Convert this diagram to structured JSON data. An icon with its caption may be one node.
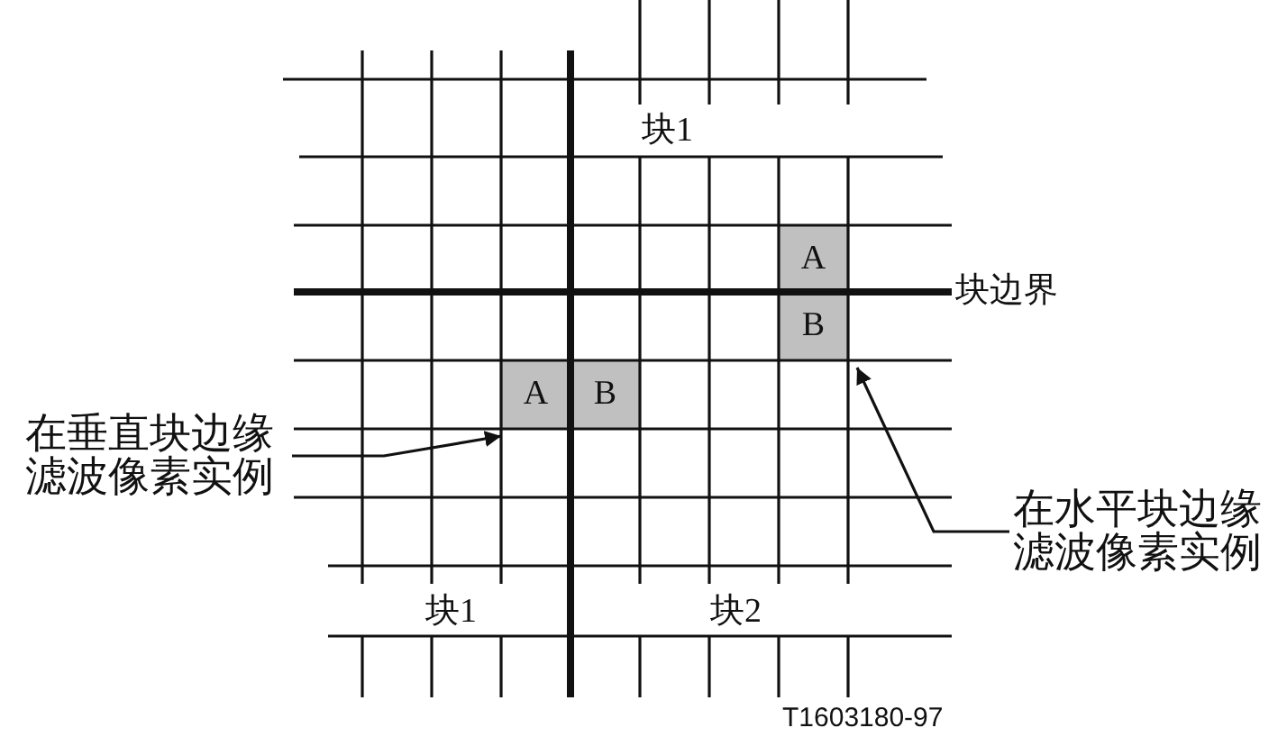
{
  "diagram": {
    "nodes": [
      {
        "text": [
          "A"
        ]
      },
      {
        "text": [
          "B"
        ]
      },
      {
        "text": [
          "A"
        ]
      },
      {
        "text": [
          "B"
        ]
      },
      {
        "text": [
          "在垂直块边缘滤波像素实例"
        ]
      },
      {
        "text": [
          "在水平块边缘滤波像素实例"
        ]
      }
    ],
    "edges": [
      {
        "from": 4,
        "to": 2,
        "arrow": "to"
      },
      {
        "from": 5,
        "to": 1,
        "arrow": "to"
      }
    ],
    "labels": [
      "块1",
      "块边界",
      "块1",
      "块2",
      "T1603180-97"
    ]
  }
}
